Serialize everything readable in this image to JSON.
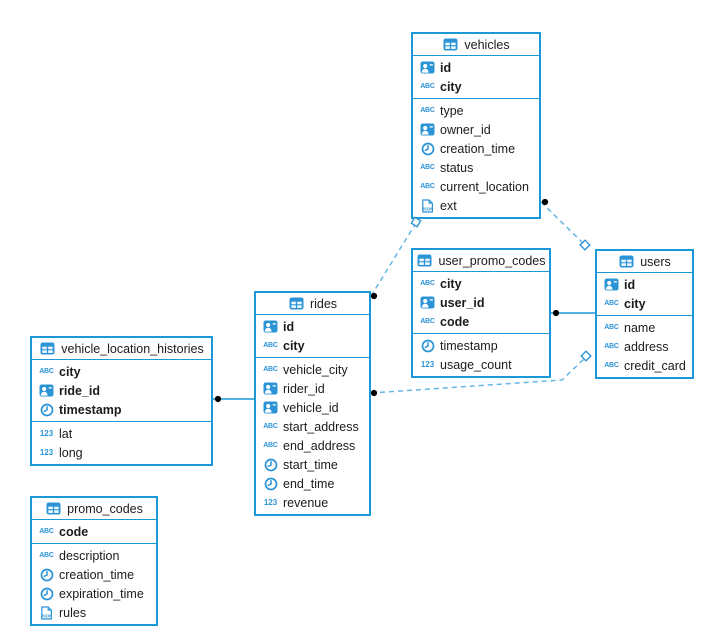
{
  "diagram": {
    "tables": [
      {
        "name": "vehicles",
        "columns": [
          {
            "name": "id",
            "icon": "id-card",
            "pk": true
          },
          {
            "name": "city",
            "icon": "abc",
            "pk": true
          },
          {
            "name": "type",
            "icon": "abc",
            "pk": false
          },
          {
            "name": "owner_id",
            "icon": "id-card",
            "pk": false
          },
          {
            "name": "creation_time",
            "icon": "clock",
            "pk": false
          },
          {
            "name": "status",
            "icon": "abc",
            "pk": false
          },
          {
            "name": "current_location",
            "icon": "abc",
            "pk": false
          },
          {
            "name": "ext",
            "icon": "json",
            "pk": false
          }
        ]
      },
      {
        "name": "user_promo_codes",
        "columns": [
          {
            "name": "city",
            "icon": "abc",
            "pk": true
          },
          {
            "name": "user_id",
            "icon": "id-card",
            "pk": true
          },
          {
            "name": "code",
            "icon": "abc",
            "pk": true
          },
          {
            "name": "timestamp",
            "icon": "clock",
            "pk": false
          },
          {
            "name": "usage_count",
            "icon": "numeric",
            "pk": false
          }
        ]
      },
      {
        "name": "users",
        "columns": [
          {
            "name": "id",
            "icon": "id-card",
            "pk": true
          },
          {
            "name": "city",
            "icon": "abc",
            "pk": true
          },
          {
            "name": "name",
            "icon": "abc",
            "pk": false
          },
          {
            "name": "address",
            "icon": "abc",
            "pk": false
          },
          {
            "name": "credit_card",
            "icon": "abc",
            "pk": false
          }
        ]
      },
      {
        "name": "rides",
        "columns": [
          {
            "name": "id",
            "icon": "id-card",
            "pk": true
          },
          {
            "name": "city",
            "icon": "abc",
            "pk": true
          },
          {
            "name": "vehicle_city",
            "icon": "abc",
            "pk": false
          },
          {
            "name": "rider_id",
            "icon": "id-card",
            "pk": false
          },
          {
            "name": "vehicle_id",
            "icon": "id-card",
            "pk": false
          },
          {
            "name": "start_address",
            "icon": "abc",
            "pk": false
          },
          {
            "name": "end_address",
            "icon": "abc",
            "pk": false
          },
          {
            "name": "start_time",
            "icon": "clock",
            "pk": false
          },
          {
            "name": "end_time",
            "icon": "clock",
            "pk": false
          },
          {
            "name": "revenue",
            "icon": "numeric",
            "pk": false
          }
        ]
      },
      {
        "name": "vehicle_location_histories",
        "columns": [
          {
            "name": "city",
            "icon": "abc",
            "pk": true
          },
          {
            "name": "ride_id",
            "icon": "id-card",
            "pk": true
          },
          {
            "name": "timestamp",
            "icon": "clock",
            "pk": true
          },
          {
            "name": "lat",
            "icon": "numeric",
            "pk": false
          },
          {
            "name": "long",
            "icon": "numeric",
            "pk": false
          }
        ]
      },
      {
        "name": "promo_codes",
        "columns": [
          {
            "name": "code",
            "icon": "abc",
            "pk": true
          },
          {
            "name": "description",
            "icon": "abc",
            "pk": false
          },
          {
            "name": "creation_time",
            "icon": "clock",
            "pk": false
          },
          {
            "name": "expiration_time",
            "icon": "clock",
            "pk": false
          },
          {
            "name": "rules",
            "icon": "json",
            "pk": false
          }
        ]
      }
    ],
    "relations": [
      {
        "id": "vehicle_location_histories-rides",
        "from": "vehicle_location_histories",
        "to": "rides",
        "line": "solid"
      },
      {
        "id": "user_promo_codes-users",
        "from": "user_promo_codes",
        "to": "users",
        "line": "solid"
      },
      {
        "id": "rides-vehicles",
        "from": "rides",
        "to": "vehicles",
        "line": "dashed"
      },
      {
        "id": "vehicles-users",
        "from": "vehicles",
        "to": "users",
        "line": "dashed"
      },
      {
        "id": "rides-users",
        "from": "rides",
        "to": "users",
        "line": "dashed"
      }
    ],
    "colors": {
      "table_border": "#1a99d6",
      "icon_blue": "#2b94d6",
      "dashed_line": "#63b6e4",
      "solid_line": "#1a99d6",
      "connector_dot": "#000000",
      "text": "#1b1b1d",
      "background": "#ffffff"
    }
  }
}
